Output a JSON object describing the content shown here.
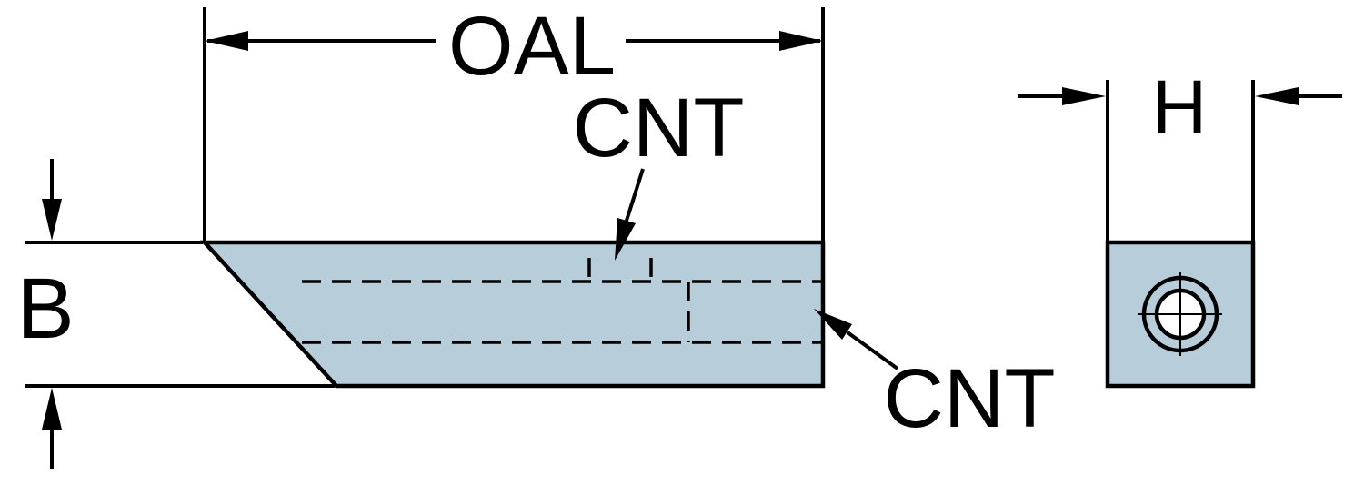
{
  "diagram": {
    "name": "tool-blank-dimension-drawing",
    "labels": {
      "oal": "OAL",
      "cnt_top": "CNT",
      "cnt_bottom": "CNT",
      "b": "B",
      "h": "H"
    },
    "colors": {
      "part_fill": "#b7cdda",
      "line": "#000000",
      "background": "#ffffff"
    }
  }
}
